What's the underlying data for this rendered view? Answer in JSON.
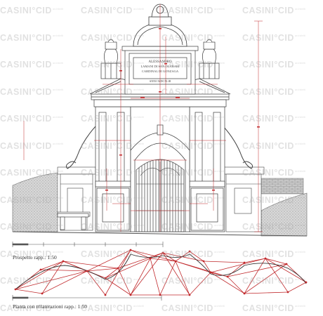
{
  "watermark": {
    "brand": "CASINI°CID",
    "sub": "architetti"
  },
  "captions": {
    "elevation": "Prospetto rapp.: 1:50",
    "plan": "Pianta con trilaterazioni rapp.: 1:50"
  },
  "inscription": {
    "line1": "ALESSANDRO",
    "line2": "LAMANI DI SAN OLABARI",
    "line3": "CARDINAL DI GONZAGA",
    "line4": "ANNO MDCXLIII"
  },
  "colors": {
    "ink": "#3a3a3a",
    "survey": "#c0282b",
    "ground": "#9a9a9a",
    "paper": "#ffffff"
  }
}
